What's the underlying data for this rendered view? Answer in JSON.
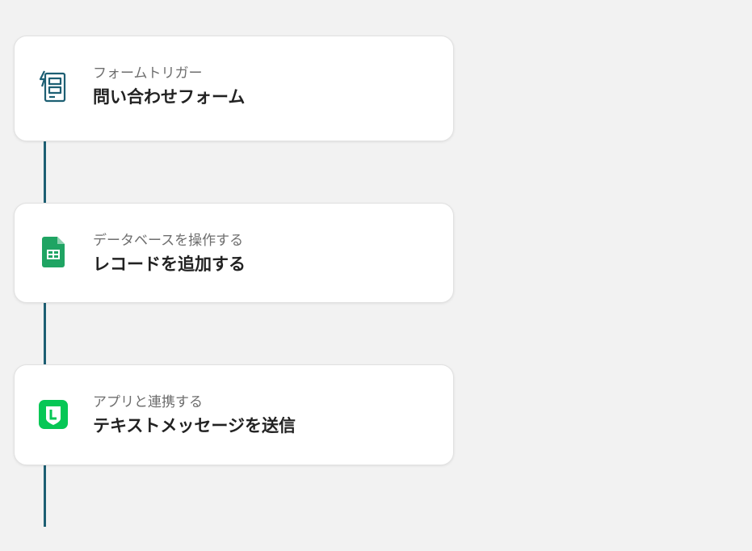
{
  "flow": {
    "steps": [
      {
        "label": "フォームトリガー",
        "title": "問い合わせフォーム",
        "icon": "form-icon"
      },
      {
        "label": "データベースを操作する",
        "title": "レコードを追加する",
        "icon": "google-sheets-icon"
      },
      {
        "label": "アプリと連携する",
        "title": "テキストメッセージを送信",
        "icon": "line-icon"
      }
    ]
  },
  "colors": {
    "connector": "#1d5f73",
    "form_icon": "#1d5f73",
    "sheets_green": "#1fa463",
    "line_green": "#06c755"
  }
}
